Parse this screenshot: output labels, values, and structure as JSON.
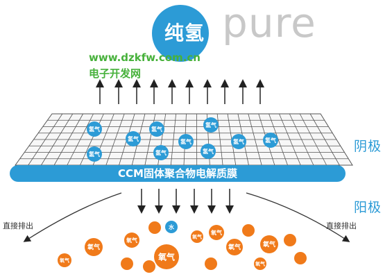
{
  "logo": {
    "text": "纯氢",
    "word": "pure"
  },
  "watermark": {
    "url": "www.dzkfw.com.cn",
    "name": "电子开发网"
  },
  "labels": {
    "cathode": "阴极",
    "anode": "阳极",
    "membrane": "CCM固体聚合物电解质膜"
  },
  "exhaust": {
    "left": "直接排出",
    "right": "直接排出"
  },
  "molecules": {
    "hydrogen": "氢气",
    "oxygen": "氧气",
    "water": "水"
  },
  "colors": {
    "brand_blue": "#2c9bd6",
    "oxygen_orange": "#f07a1a",
    "watermark_green": "#47b13b",
    "grid_line": "#555555"
  }
}
